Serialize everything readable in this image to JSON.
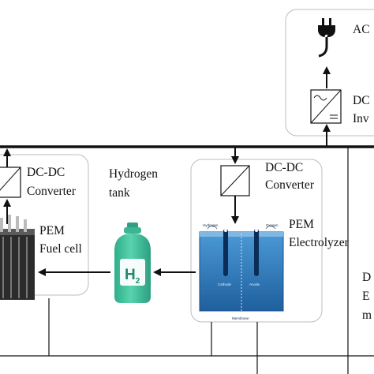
{
  "ac": {
    "label": "AC"
  },
  "inverter": {
    "line1": "DC",
    "line2": "Inv"
  },
  "dc_dc_left": {
    "line1": "DC-DC",
    "line2": "Converter"
  },
  "hydrogen_tank": {
    "line1": "Hydrogen",
    "line2": "tank",
    "symbol": "H",
    "subscript": "2"
  },
  "dc_dc_right": {
    "line1": "DC-DC",
    "line2": "Converter"
  },
  "fuel_cell": {
    "line1": "PEM",
    "line2": "Fuel cell"
  },
  "electrolyzer": {
    "line1": "PEM",
    "line2": "Electrolyzer",
    "hydrogen": "Hydrogen",
    "oxygen": "Oxygen",
    "cathode": "Cathode",
    "anode": "Anode",
    "membrane": "Membrane"
  },
  "right_label": {
    "line1": "D",
    "line2": "E",
    "line3": "m"
  },
  "colors": {
    "line": "#111111",
    "dash": "#bdbdbd",
    "water": "#2f82c4",
    "tank": "#45c9a2"
  }
}
